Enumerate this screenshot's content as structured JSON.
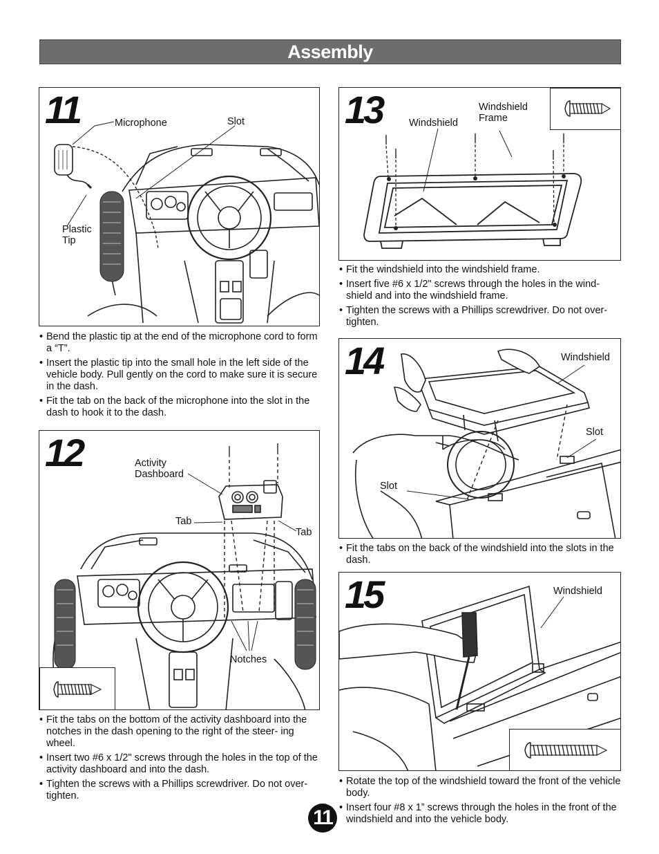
{
  "header": {
    "title": "Assembly"
  },
  "page_number": "11",
  "step11": {
    "number": "11",
    "labels": {
      "microphone": "Microphone",
      "slot": "Slot",
      "plastic_tip": "Plastic\nTip"
    },
    "instructions": [
      "Bend the plastic tip at the end of the microphone cord to form a “T”.",
      "Insert the plastic tip into the small hole in the left side of the vehicle body. Pull gently on the cord to make sure it is secure in the dash.",
      "Fit the tab on the back of the microphone into the slot in the dash to hook it to the dash."
    ]
  },
  "step12": {
    "number": "12",
    "labels": {
      "activity_dashboard": "Activity\nDashboard",
      "tab_left": "Tab",
      "tab_right": "Tab",
      "notches": "Notches"
    },
    "instructions": [
      "Fit the tabs on the bottom of the activity dashboard into the notches in the dash opening to the right of the steer- ing wheel.",
      "Insert two #6 x 1/2\" screws through the holes in the top of the activity dashboard and into the dash.",
      "Tighten the screws with a Phillips screwdriver. Do not over-tighten."
    ]
  },
  "step13": {
    "number": "13",
    "labels": {
      "windshield": "Windshield",
      "windshield_frame": "Windshield\nFrame"
    },
    "instructions": [
      "Fit the windshield into the windshield frame.",
      "Insert five #6 x 1/2\" screws through the holes in the wind- shield and into the windshield frame.",
      "Tighten the screws with a Phillips screwdriver. Do not over-tighten."
    ]
  },
  "step14": {
    "number": "14",
    "labels": {
      "windshield": "Windshield",
      "slot_right": "Slot",
      "slot_left": "Slot"
    },
    "instructions": [
      "Fit the tabs on the back of the windshield into the slots in the dash."
    ]
  },
  "step15": {
    "number": "15",
    "labels": {
      "windshield": "Windshield"
    },
    "instructions": [
      "Rotate the top of the windshield toward the front of the vehicle body.",
      "Insert four #8 x 1” screws through the holes in the front of the windshield and into the vehicle body."
    ]
  }
}
